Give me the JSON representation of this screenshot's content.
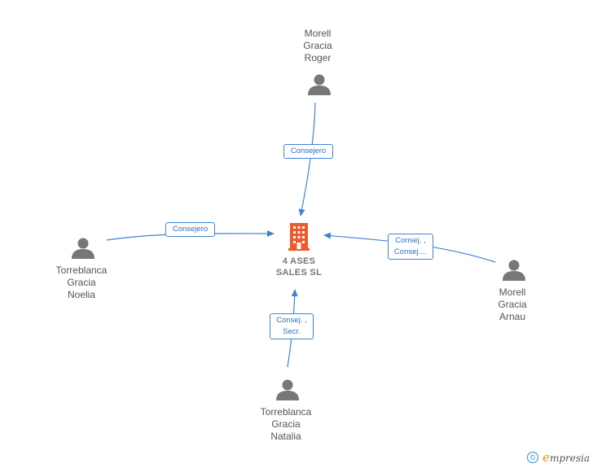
{
  "company": {
    "name_lines": [
      "4 ASES",
      "SALES  SL"
    ],
    "icon": "building-icon",
    "color": "#f05a28"
  },
  "people": [
    {
      "id": "morell-gracia-roger",
      "name_lines": [
        "Morell",
        "Gracia",
        "Roger"
      ],
      "icon": "person-icon"
    },
    {
      "id": "torreblanca-gracia-noelia",
      "name_lines": [
        "Torreblanca",
        "Gracia",
        "Noelia"
      ],
      "icon": "person-icon"
    },
    {
      "id": "morell-gracia-arnau",
      "name_lines": [
        "Morell",
        "Gracia",
        "Arnau"
      ],
      "icon": "person-icon"
    },
    {
      "id": "torreblanca-gracia-natalia",
      "name_lines": [
        "Torreblanca",
        "Gracia",
        "Natalia"
      ],
      "icon": "person-icon"
    }
  ],
  "edges": [
    {
      "from": "morell-gracia-roger",
      "label_lines": [
        "Consejero"
      ]
    },
    {
      "from": "torreblanca-gracia-noelia",
      "label_lines": [
        "Consejero"
      ]
    },
    {
      "from": "morell-gracia-arnau",
      "label_lines": [
        "Consej. ,",
        "Consej...."
      ]
    },
    {
      "from": "torreblanca-gracia-natalia",
      "label_lines": [
        "Consej. ,",
        "Secr."
      ]
    }
  ],
  "colors": {
    "edge": "#3f82d6",
    "person_icon": "#777777",
    "brand_accent": "#f28c28"
  },
  "footer": {
    "copyright_symbol": "©",
    "brand_initial": "e",
    "brand_rest": "mpresia"
  }
}
